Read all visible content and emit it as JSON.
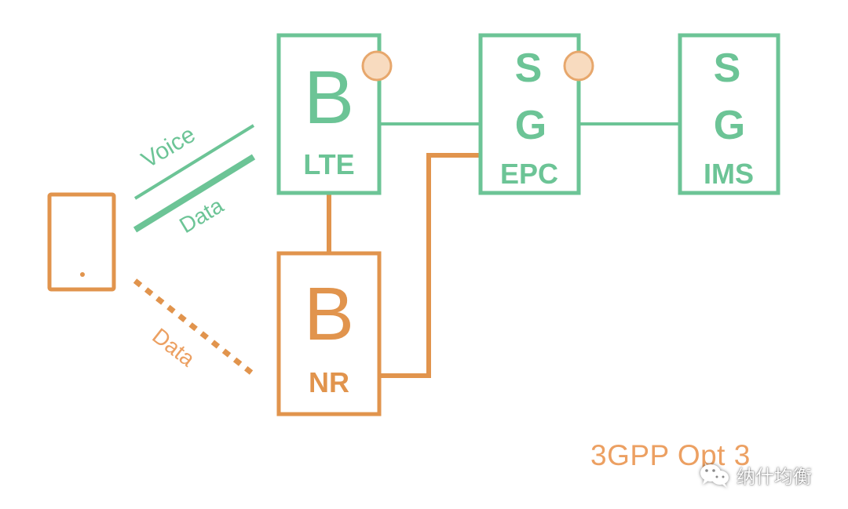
{
  "colors": {
    "green": "#6cc496",
    "orange": "#e1944d",
    "antenna_fill": "#f8dbbf",
    "antenna_stroke": "#e7a76c",
    "caption": "#eca062"
  },
  "nodes": {
    "lte": {
      "letter": "B",
      "label": "LTE"
    },
    "nr": {
      "letter": "B",
      "label": "NR"
    },
    "epc": {
      "letter_top": "S",
      "letter_mid": "G",
      "label": "EPC"
    },
    "ims": {
      "letter_top": "S",
      "letter_mid": "G",
      "label": "IMS"
    }
  },
  "links": {
    "voice": "Voice",
    "data_lte": "Data",
    "data_nr": "Data"
  },
  "caption": "3GPP Opt 3",
  "watermark": {
    "icon": "wechat-icon",
    "text": "纳什均衡"
  }
}
